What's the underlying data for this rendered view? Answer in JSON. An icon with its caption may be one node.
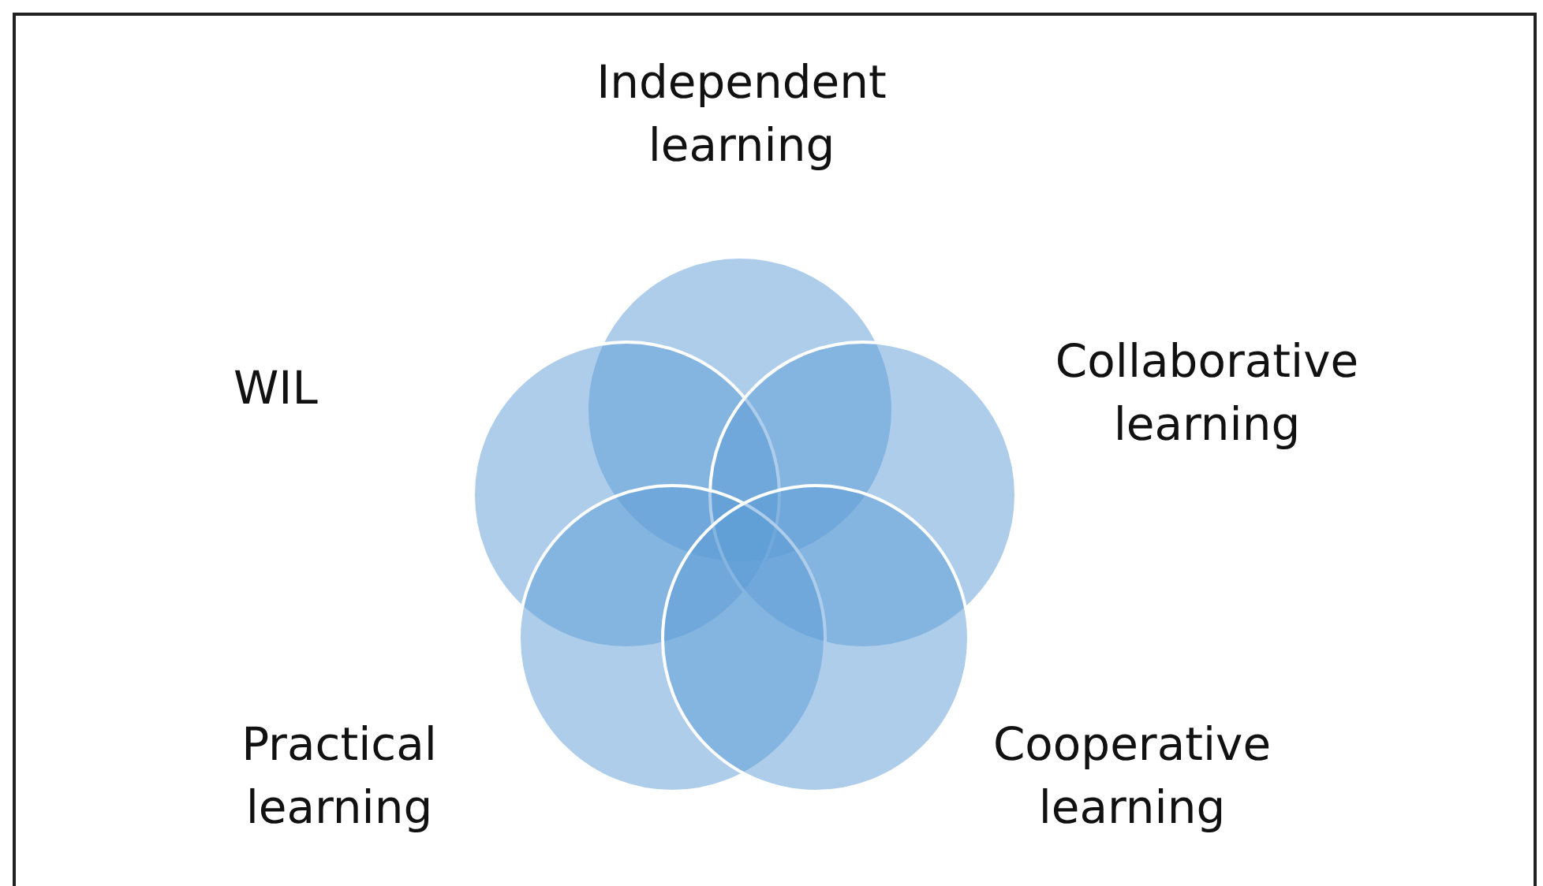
{
  "diagram": {
    "nodes": [
      {
        "text": [
          "Independent learning"
        ]
      },
      {
        "text": [
          "WIL"
        ]
      },
      {
        "text": [
          "Collaborative learning"
        ]
      },
      {
        "text": [
          "Practical learning"
        ]
      },
      {
        "text": [
          "Cooperative learning"
        ]
      }
    ]
  }
}
